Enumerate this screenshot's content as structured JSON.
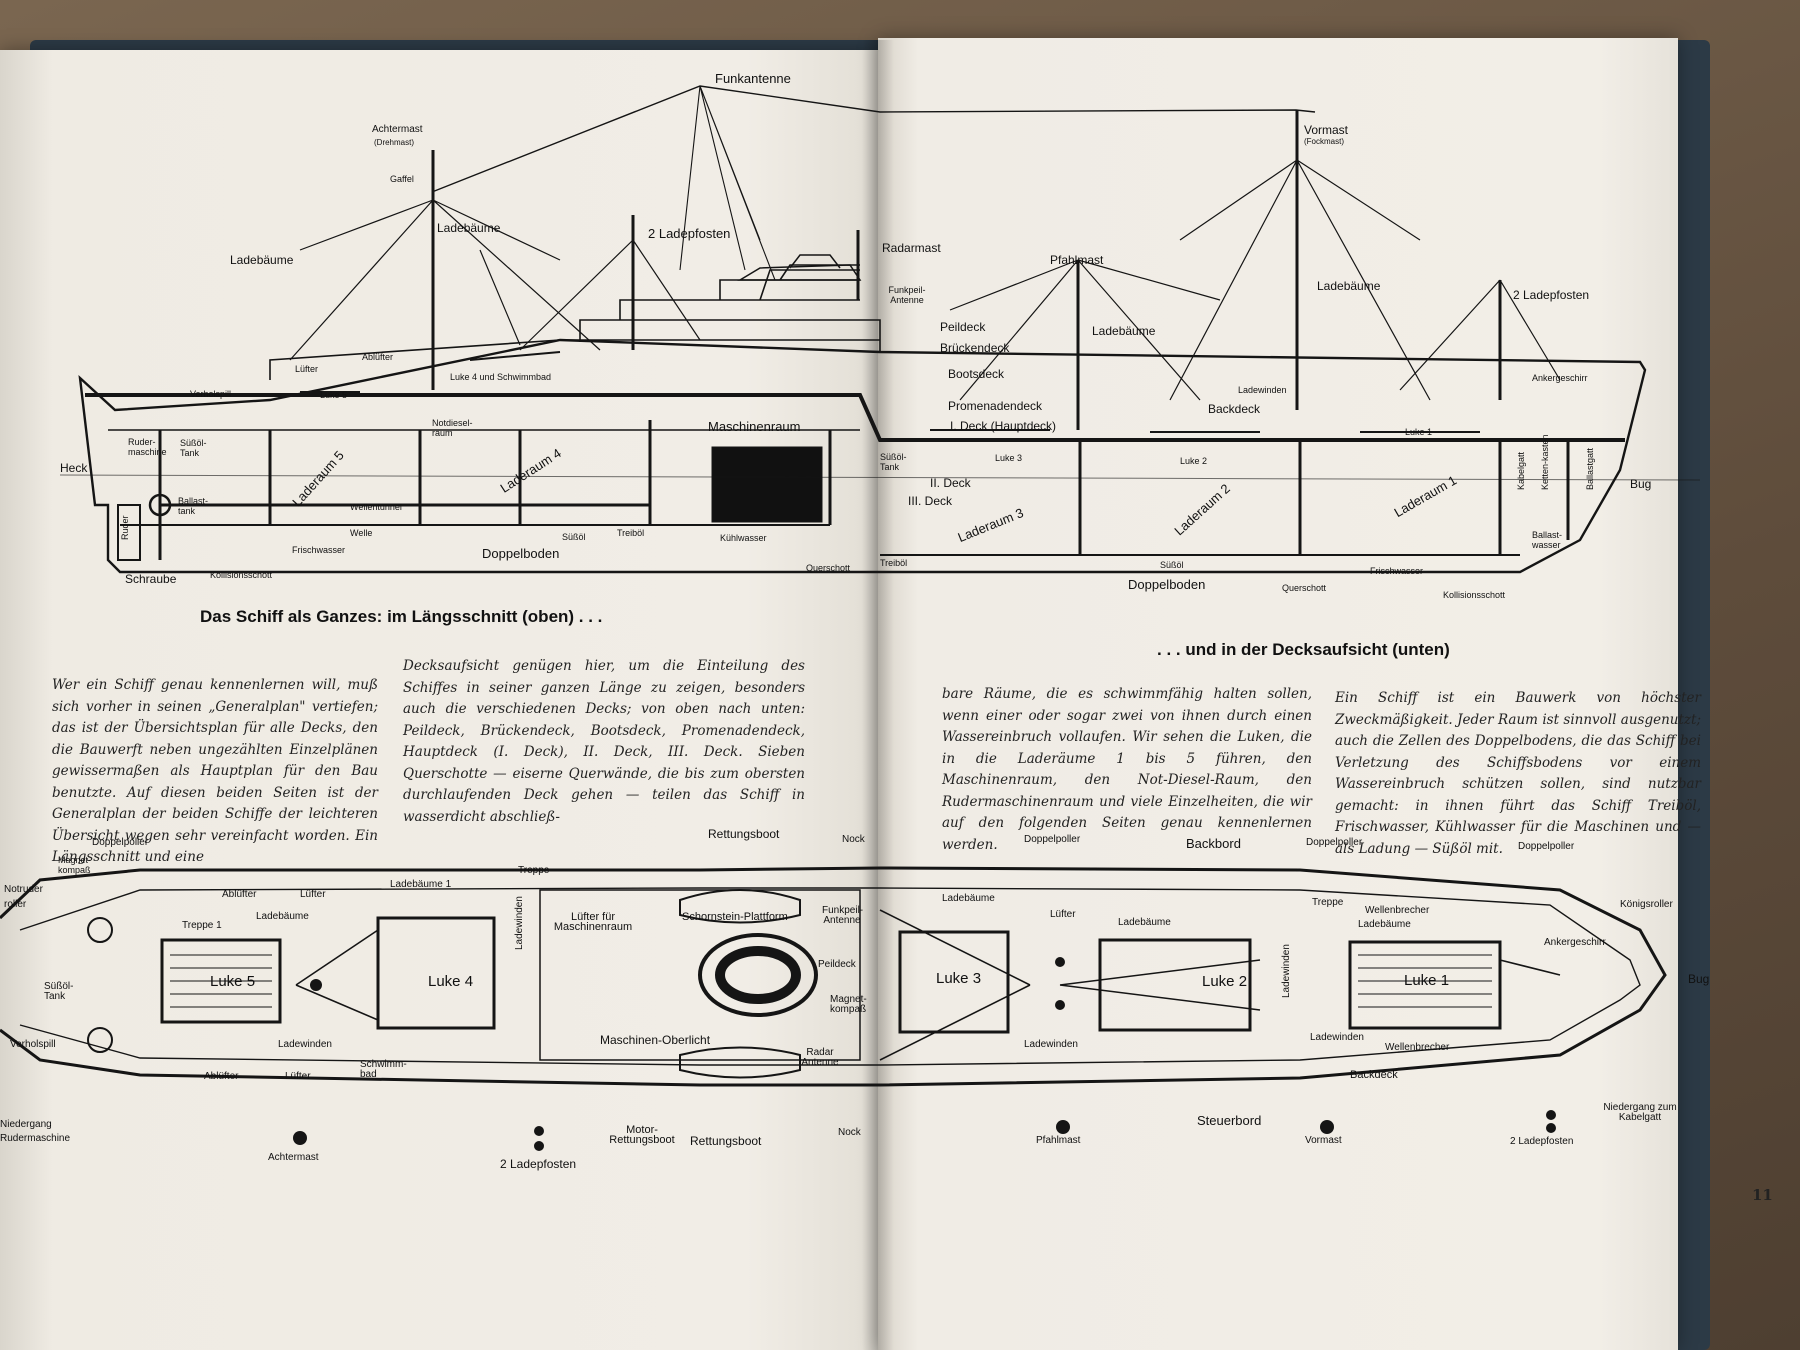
{
  "labels": {
    "funkantenne": "Funkantenne",
    "achtermast": "Achtermast",
    "achtermast_sub": "(Drehmast)",
    "gaffel": "Gaffel",
    "ladebaeume_top_left": "Ladebäume",
    "ladebaeume_top_mid": "Ladebäume",
    "ladepfosten_top_left": "2 Ladepfosten",
    "radarmast": "Radarmast",
    "funkpeilantenne": "Funkpeil-Antenne",
    "vormast": "Vormast",
    "vormast_sub": "(Fockmast)",
    "pfahlmast": "Pfahlmast",
    "ladebaeume_top_right1": "Ladebäume",
    "ladebaeume_top_right2": "Ladebäume",
    "ladepfosten_top_right": "2 Ladepfosten",
    "peildeck": "Peildeck",
    "brueckendeck": "Brückendeck",
    "bootsdeck": "Bootsdeck",
    "promenadendeck": "Promenadendeck",
    "deck1": "I. Deck (Hauptdeck)",
    "deck2": "II. Deck",
    "deck3": "III. Deck",
    "backdeck_top": "Backdeck",
    "ladewinden_top": "Ladewinden",
    "ankergeschirr_top": "Ankergeschirr",
    "luefter_top": "Lüfter",
    "verholspill_top": "Verholspill",
    "ablufter_top": "Ablüfter",
    "luke4_schwimmbad": "Luke 4 und Schwimmbad",
    "luke5_top": "Luke 5",
    "luke3_top": "Luke 3",
    "luke2_top": "Luke 2",
    "luke1_top": "Luke 1",
    "rudermaschine": "Ruder-maschine",
    "suessoel_tank_top": "Süßöl-Tank",
    "notdieselraum": "Notdiesel-raum",
    "laderaum5": "Laderaum 5",
    "laderaum4": "Laderaum 4",
    "laderaum3": "Laderaum 3",
    "laderaum2": "Laderaum 2",
    "laderaum1": "Laderaum 1",
    "maschinenraum": "Maschinenraum",
    "wellentunnel": "Wellentunnel",
    "welle": "Welle",
    "frischwasser_top": "Frischwasser",
    "suessoel_bottom1": "Süßöl",
    "treiboel1": "Treiböl",
    "kuehlwasser": "Kühlwasser",
    "treiboel2": "Treiböl",
    "suessoel_bottom2": "Süßöl",
    "frischwasser_top2": "Frischwasser",
    "doppelboden1": "Doppelboden",
    "doppelboden2": "Doppelboden",
    "querschott1": "Querschott",
    "querschott2": "Querschott",
    "kollisionsschott1": "Kollisionsschott",
    "kollisionsschott2": "Kollisionsschott",
    "heck": "Heck",
    "ruder": "Ruder",
    "schraube": "Schraube",
    "ballasttank": "Ballast-tank",
    "bug_top": "Bug",
    "kabelgatt": "Kabelgatt",
    "kettenkasten": "Ketten-kasten",
    "ballastgatt": "Ballastgatt",
    "ballastwasser": "Ballast-wasser",
    "suesstank_right": "Süßöl-Tank",
    "rettungsboot_top": "Rettungsboot",
    "doppelpoller1": "Doppelpoller",
    "magnetkompass1": "Magnet-kompaß",
    "notruder": "Notruder",
    "roller": "roller",
    "ablufter1": "Ablüfter",
    "luefter1": "Lüfter",
    "ladebaeume1": "Ladebäume 1",
    "treppe1": "Treppe 1",
    "ladebaeume_plan1": "Ladebäume",
    "suessoel_tank_plan": "Süßöl-Tank",
    "luke5": "Luke 5",
    "luke4": "Luke 4",
    "verholspill": "Verholspill",
    "ladewinden_plan1": "Ladewinden",
    "ablufter2": "Ablüfter",
    "luefter2": "Lüfter",
    "schwimmbad": "Schwimm-bad",
    "niedergang": "Niedergang",
    "rudermaschine_plan": "Rudermaschine",
    "achtermast_plan": "Achtermast",
    "ladepfosten_plan1": "2 Ladepfosten",
    "treppe_plan": "Treppe",
    "ladewinden_plan2": "Ladewinden",
    "luefter_maschinenraum": "Lüfter für Maschinenraum",
    "schornstein_plattform": "Schornstein-Plattform",
    "funkpeil_plan": "Funkpeil-Antenne",
    "peildeck_plan": "Peildeck",
    "magnetkompass2": "Magnet-kompaß",
    "maschinen_oberlicht": "Maschinen-Oberlicht",
    "radar_antenne": "Radar Antenne",
    "motor_rettungsboot": "Motor-Rettungsboot",
    "rettungsboot_plan": "Rettungsboot",
    "nock_top": "Nock",
    "nock_bottom": "Nock",
    "ladebaeume_plan3": "Ladebäume",
    "luke3": "Luke 3",
    "ladewinden_plan3": "Ladewinden",
    "luefter_plan3": "Lüfter",
    "doppelpoller2": "Doppelpoller",
    "backbord": "Backbord",
    "ladebaeume_plan4": "Ladebäume",
    "luke2": "Luke 2",
    "doppelpoller3": "Doppelpoller",
    "treppe_plan2": "Treppe",
    "wellenbrecher1": "Wellenbrecher",
    "ladebaeume_plan5": "Ladebäume",
    "ladewinden_plan4": "Ladewinden",
    "ladewinden_plan5": "Ladewinden",
    "luke1": "Luke 1",
    "ankergeschirr": "Ankergeschirr",
    "doppelpoller4": "Doppelpoller",
    "koenigsroller": "Königsroller",
    "bug_plan": "Bug",
    "wellenbrecher2": "Wellenbrecher",
    "backdeck_plan": "Backdeck",
    "niedergang_kabelgatt": "Niedergang zum Kabelgatt",
    "steuerbord": "Steuerbord",
    "pfahlmast_plan": "Pfahlmast",
    "vormast_plan": "Vormast",
    "ladepfosten_plan2": "2 Ladepfosten"
  },
  "captions": {
    "left": "Das Schiff als Ganzes: im Längsschnitt (oben) . . .",
    "right": ". . . und in der Decksaufsicht (unten)"
  },
  "text": {
    "col1": "Wer ein Schiff genau kennenlernen will, muß sich vorher in seinen „Generalplan\" vertiefen; das ist der Übersichtsplan für alle Decks, den die Bauwerft neben ungezählten Einzelplänen gewissermaßen als Hauptplan für den Bau benutzte. Auf diesen beiden Seiten ist der Generalplan der beiden Schiffe der leichteren Übersicht wegen sehr vereinfacht worden. Ein Längsschnitt und eine",
    "col2": "Decksaufsicht genügen hier, um die Einteilung des Schiffes in seiner ganzen Länge zu zeigen, besonders auch die verschiedenen Decks; von oben nach unten: Peildeck, Brückendeck, Bootsdeck, Promenadendeck, Hauptdeck (I. Deck), II. Deck, III. Deck. Sieben Querschotte — eiserne Querwände, die bis zum obersten durchlaufenden Deck gehen — teilen das Schiff in wasserdicht abschließ-",
    "col3": "bare Räume, die es schwimmfähig halten sollen, wenn einer oder sogar zwei von ihnen durch einen Wassereinbruch vollaufen. Wir sehen die Luken, die in die Laderäume 1 bis 5 führen, den Maschinenraum, den Not-Diesel-Raum, den Rudermaschinenraum und viele Einzelheiten, die wir auf den folgenden Seiten genau kennenlernen werden.",
    "col4": "Ein Schiff ist ein Bauwerk von höchster Zweckmäßigkeit. Jeder Raum ist sinnvoll ausgenutzt; auch die Zellen des Doppelbodens, die das Schiff bei Verletzung des Schiffsbodens vor einem Wassereinbruch schützen sollen, sind nutzbar gemacht: in ihnen führt das Schiff Treiböl, Frischwasser, Kühlwasser für die Maschinen und — als Ladung — Süßöl mit."
  },
  "page_number": "11"
}
